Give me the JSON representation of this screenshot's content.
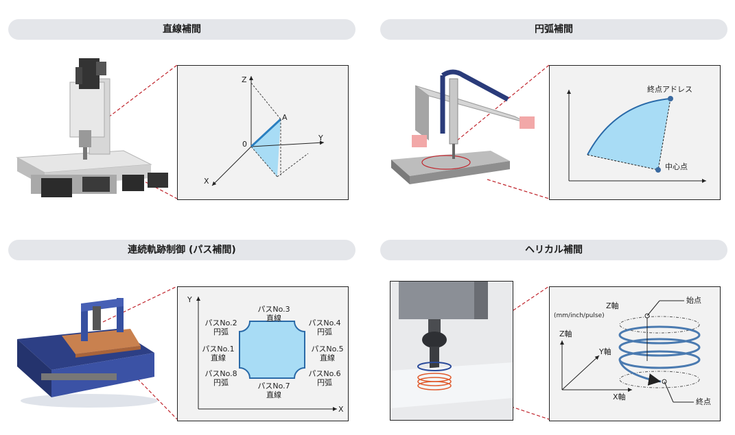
{
  "sections": {
    "linear": {
      "title": "直線補間",
      "z": "Z",
      "y": "Y",
      "x": "X",
      "origin": "0",
      "a": "A"
    },
    "arc": {
      "title": "円弧補間",
      "end": "終点アドレス",
      "center": "中心点"
    },
    "path": {
      "title": "連続軌跡制御 (パス補間)",
      "y": "Y",
      "x": "X",
      "no3": "パスNo.3",
      "no3_type": "直線",
      "no2": "パスNo.2",
      "no2_type": "円弧",
      "no4": "パスNo.4",
      "no4_type": "円弧",
      "no1": "パスNo.1",
      "no1_type": "直線",
      "no5": "パスNo.5",
      "no5_type": "直線",
      "no8": "パスNo.8",
      "no8_type": "円弧",
      "no6": "パスNo.6",
      "no6_type": "円弧",
      "no7": "パスNo.7",
      "no7_type": "直線"
    },
    "helical": {
      "title": "ヘリカル補間",
      "z_axis": "Z軸",
      "unit": "(mm/inch/pulse)",
      "z_axis2": "Z軸",
      "y_axis": "Y軸",
      "x_axis": "X軸",
      "start": "始点",
      "end": "終点"
    }
  },
  "colors": {
    "pill": "#e4e6ea",
    "fill": "#a8dcf5",
    "line": "#2a6aa8",
    "dash": "#c0242c",
    "point": "#3a6aa0"
  }
}
